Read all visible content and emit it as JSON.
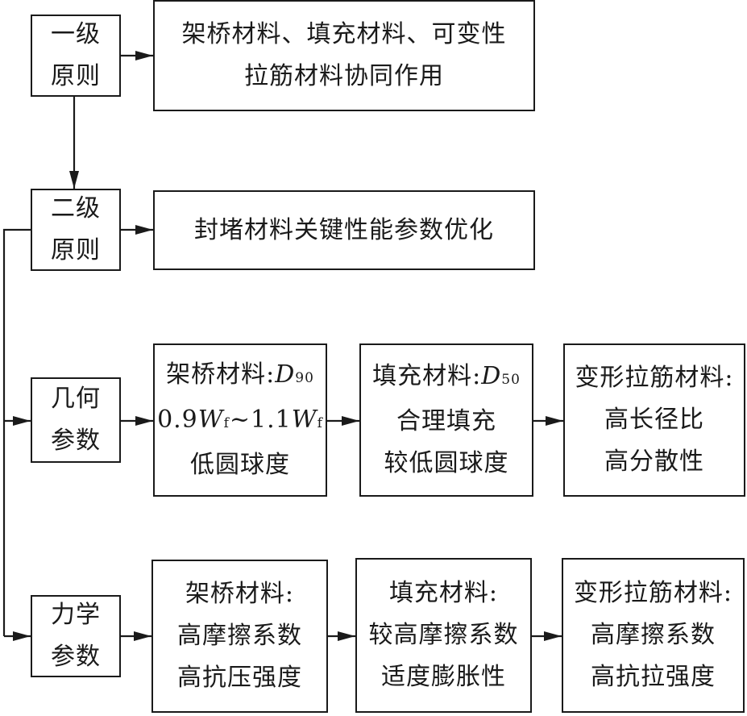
{
  "level1": {
    "label_1": "一级",
    "label_2": "原则",
    "desc_1": "架桥材料、填充材料、可变性",
    "desc_2": "拉筋材料协同作用"
  },
  "level2": {
    "label_1": "二级",
    "label_2": "原则",
    "desc": "封堵材料关键性能参数优化"
  },
  "geometric": {
    "label_1": "几何",
    "label_2": "参数",
    "bridging": {
      "title": "架桥材料:",
      "d": "D",
      "d_sub": "90",
      "range_a": "0.9",
      "w1": "W",
      "w1_sub": "f",
      "tilde": "~1.1",
      "w2": "W",
      "w2_sub": "f",
      "line3": "低圆球度"
    },
    "filling": {
      "title": "填充材料:",
      "d": "D",
      "d_sub": "50",
      "line2": "合理填充",
      "line3": "较低圆球度"
    },
    "deforming": {
      "line1": "变形拉筋材料:",
      "line2": "高长径比",
      "line3": "高分散性"
    }
  },
  "mechanical": {
    "label_1": "力学",
    "label_2": "参数",
    "bridging": {
      "line1": "架桥材料:",
      "line2": "高摩擦系数",
      "line3": "高抗压强度"
    },
    "filling": {
      "line1": "填充材料:",
      "line2": "较高摩擦系数",
      "line3": "适度膨胀性"
    },
    "deforming": {
      "line1": "变形拉筋材料:",
      "line2": "高摩擦系数",
      "line3": "高抗拉强度"
    }
  }
}
